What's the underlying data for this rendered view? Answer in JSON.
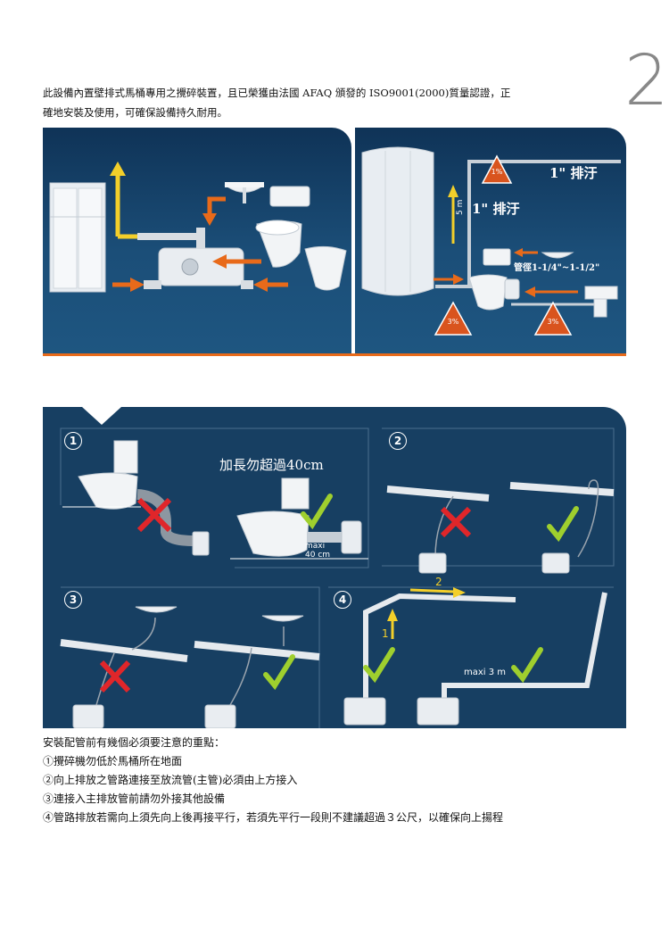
{
  "page_number": "2",
  "intro": {
    "line1": "此設備內置壁排式馬桶專用之攪碎裝置，且已榮獲由法國 AFAQ 頒發的 ISO9001(2000)質量認證，正",
    "line2": "確地安裝及使用，可確保設備持久耐用。"
  },
  "diagram_right": {
    "label_top": "1\" 排汙",
    "label_vertical": "1\" 排汙",
    "height_label": "5 m",
    "pipe_label": "管徑1-1/4\"~1-1/2\"",
    "slope_top": "1%",
    "slope_left": "3%",
    "slope_right": "3%"
  },
  "install": {
    "step1_num": "1",
    "step2_num": "2",
    "step3_num": "3",
    "step4_num": "4",
    "step1_caption": "加長勿超過40cm",
    "step1_maxi": "maxi",
    "step1_len": "40 cm",
    "step4_label_1": "1",
    "step4_label_2": "2",
    "step4_maxi": "maxi 3 m"
  },
  "notes": {
    "heading": "安裝配管前有幾個必須要注意的重點：",
    "item1": "①攪碎機勿低於馬桶所在地面",
    "item2": "②向上排放之管路連接至放流管(主管)必須由上方接入",
    "item3": "③連接入主排放管前請勿外接其他設備",
    "item4": "④管路排放若需向上須先向上後再接平行，若須先平行一段則不建議超過３公尺，以確保向上揚程"
  },
  "colors": {
    "panel_blue": "#173f62",
    "arrow_orange": "#e86a1a",
    "arrow_yellow": "#f3cf2a",
    "check_green": "#9fcf2e",
    "cross_red": "#e0262a",
    "warning_triangle": "#d9541e"
  }
}
